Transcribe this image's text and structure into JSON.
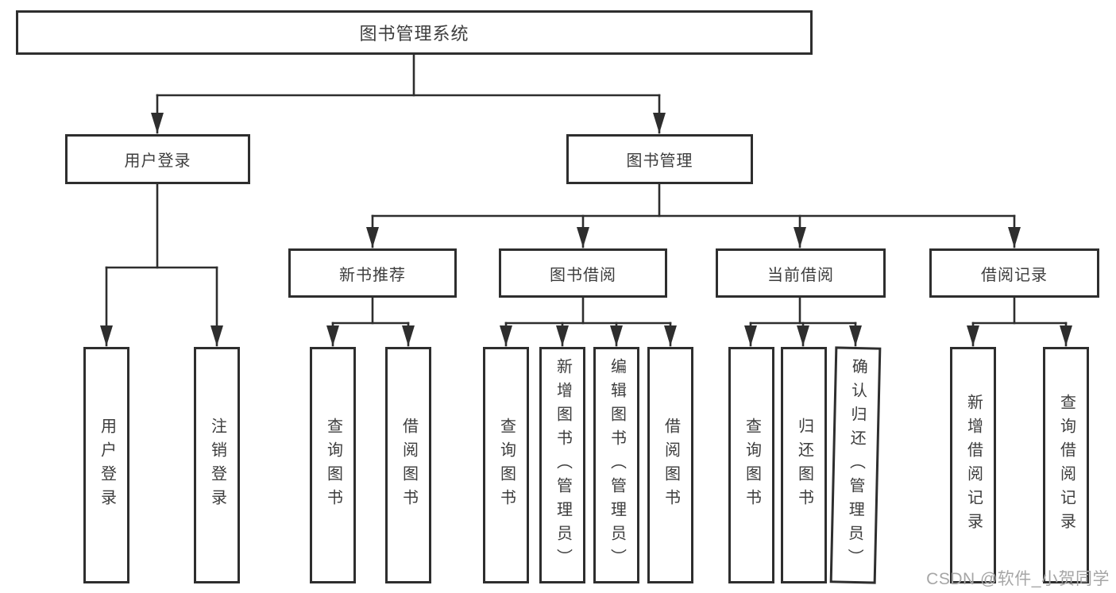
{
  "diagram": {
    "root": {
      "label": "图书管理系统"
    },
    "branches": [
      {
        "label": "用户登录",
        "children": [
          "用户登录",
          "注销登录"
        ]
      },
      {
        "label": "图书管理",
        "children": [
          {
            "label": "新书推荐",
            "children": [
              "查询图书",
              "借阅图书"
            ]
          },
          {
            "label": "图书借阅",
            "children": [
              "查询图书",
              "新增图书（管理员）",
              "编辑图书（管理员）",
              "借阅图书"
            ]
          },
          {
            "label": "当前借阅",
            "children": [
              "查询图书",
              "归还图书",
              "确认归还（管理员）"
            ]
          },
          {
            "label": "借阅记录",
            "children": [
              "新增借阅记录",
              "查询借阅记录"
            ]
          }
        ]
      }
    ]
  },
  "watermark": {
    "text": "CSDN @软件_小贺同学"
  },
  "colors": {
    "line": "#2e2e2e",
    "box_border": "#2e2e2e",
    "text": "#3d3d3d",
    "background": "#ffffff",
    "watermark": "#a6a6a6"
  }
}
